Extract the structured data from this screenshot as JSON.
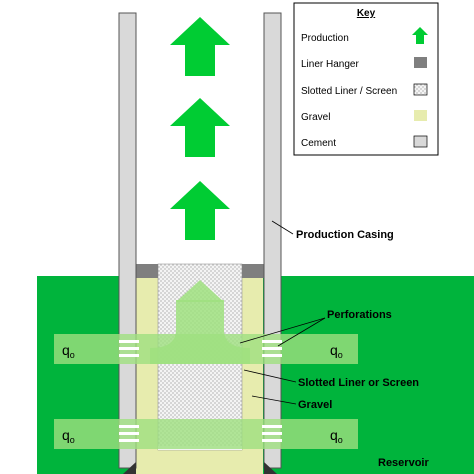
{
  "key": {
    "title": "Key",
    "items": [
      {
        "label": "Production",
        "symbol": "green-arrow",
        "color": "#00cc33"
      },
      {
        "label": "Liner Hanger",
        "symbol": "swatch",
        "color": "#7f7f7f"
      },
      {
        "label": "Slotted Liner / Screen",
        "symbol": "swatch",
        "color": "#e6e6e6"
      },
      {
        "label": "Gravel",
        "symbol": "swatch",
        "color": "#e7ecae"
      },
      {
        "label": "Cement",
        "symbol": "swatch",
        "color": "#d9d9d9"
      }
    ]
  },
  "callouts": {
    "production_casing": "Production Casing",
    "perforations": "Perforations",
    "slotted_liner": "Slotted Liner or Screen",
    "gravel": "Gravel",
    "reservoir": "Reservoir"
  },
  "flow": {
    "symbol": "q",
    "subscript": "o"
  },
  "colors": {
    "reservoir": "#00b43c",
    "production_arrow": "#00cc33",
    "flow_band": "#9fe07f",
    "casing": "#d9d9d9",
    "hanger": "#7f7f7f",
    "gravel": "#e7ecae",
    "liner": "#eeeeee"
  }
}
